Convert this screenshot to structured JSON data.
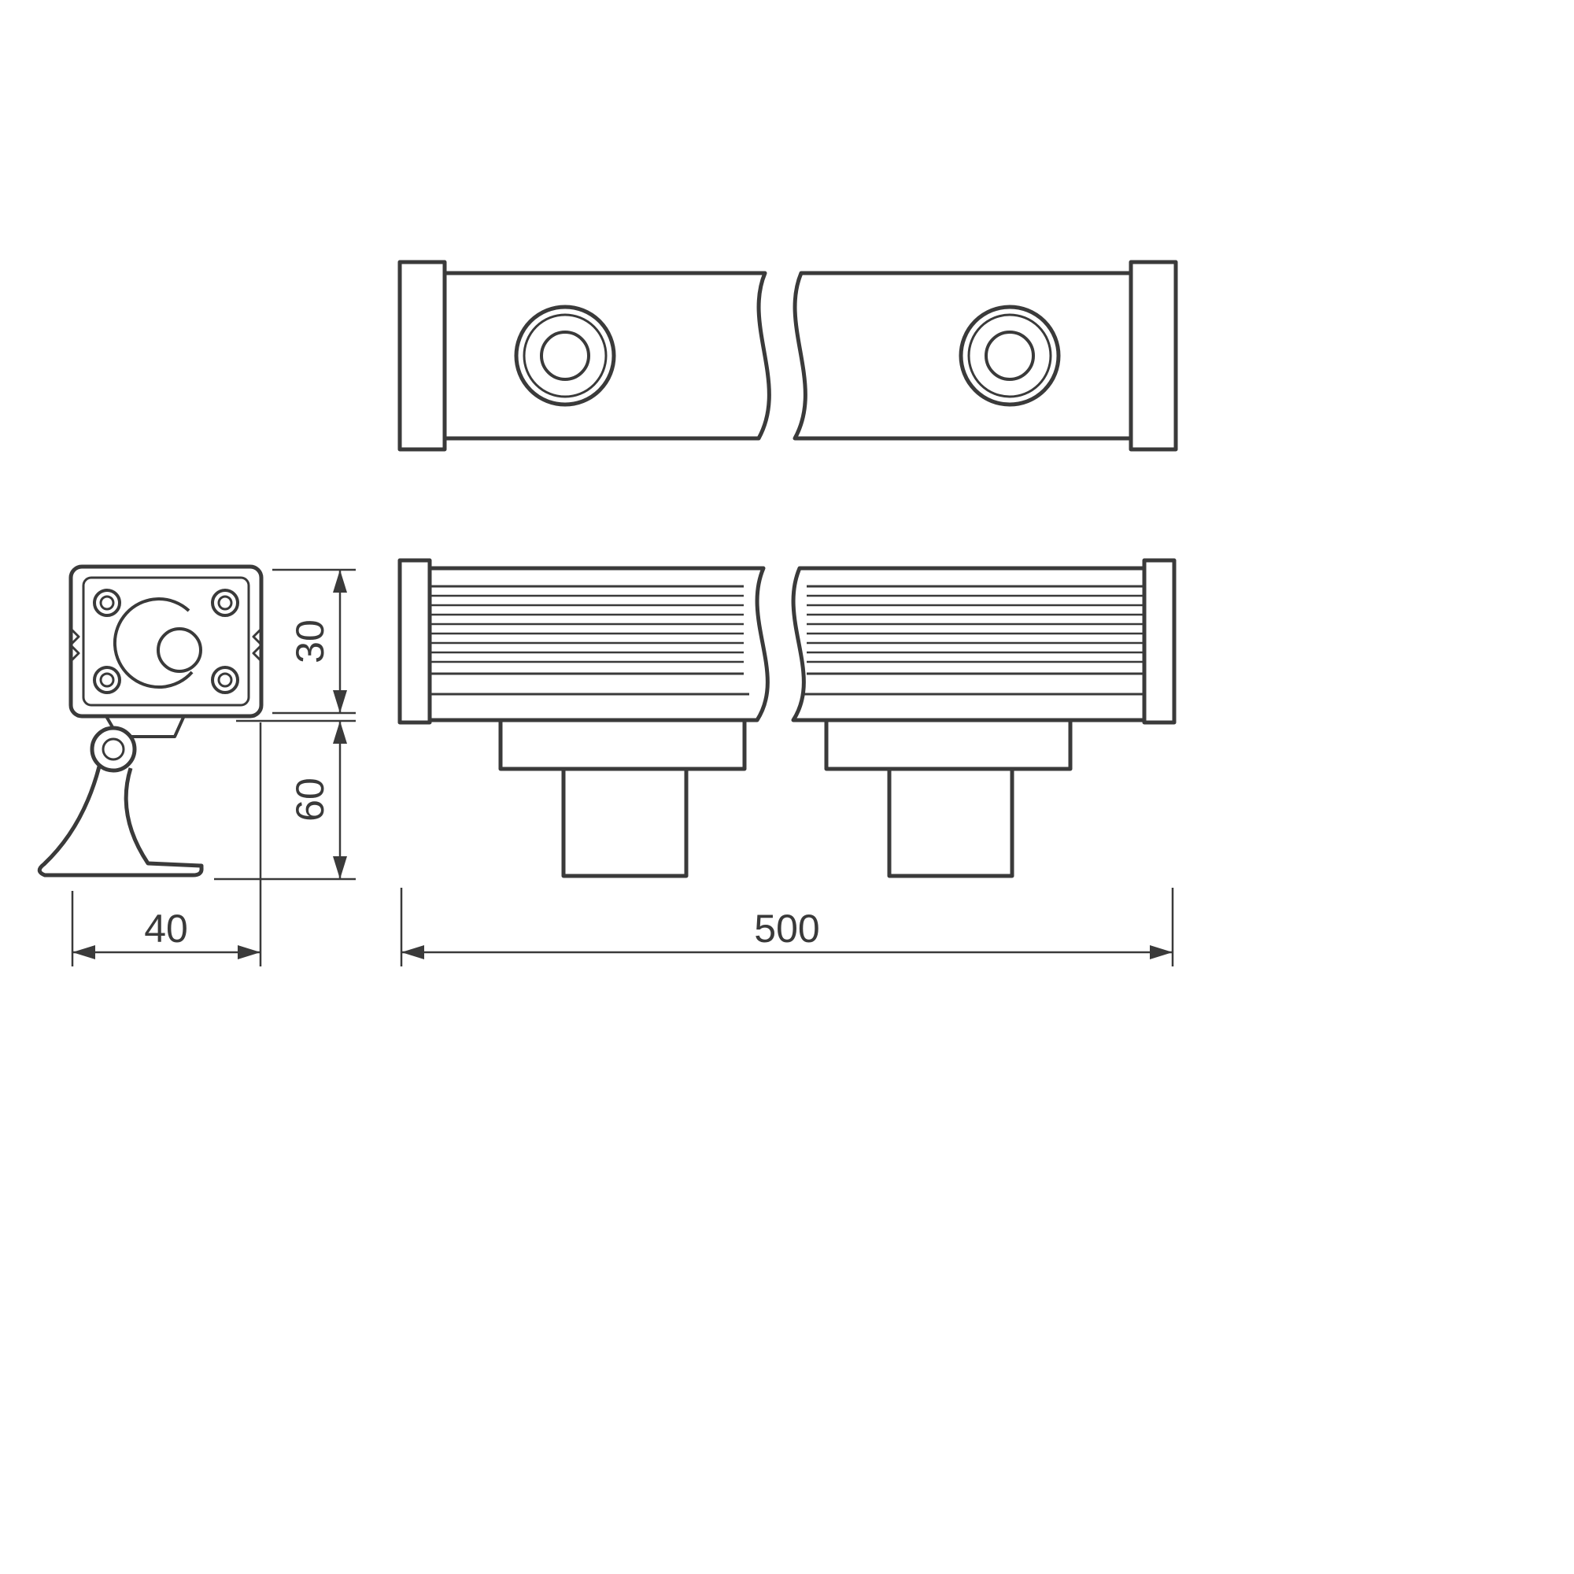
{
  "page": {
    "background_color": "#ffffff",
    "line_color": "#3a3a3a"
  },
  "dimensions": {
    "body_height": "30",
    "bracket_height": "60",
    "width": "40",
    "length": "500"
  }
}
